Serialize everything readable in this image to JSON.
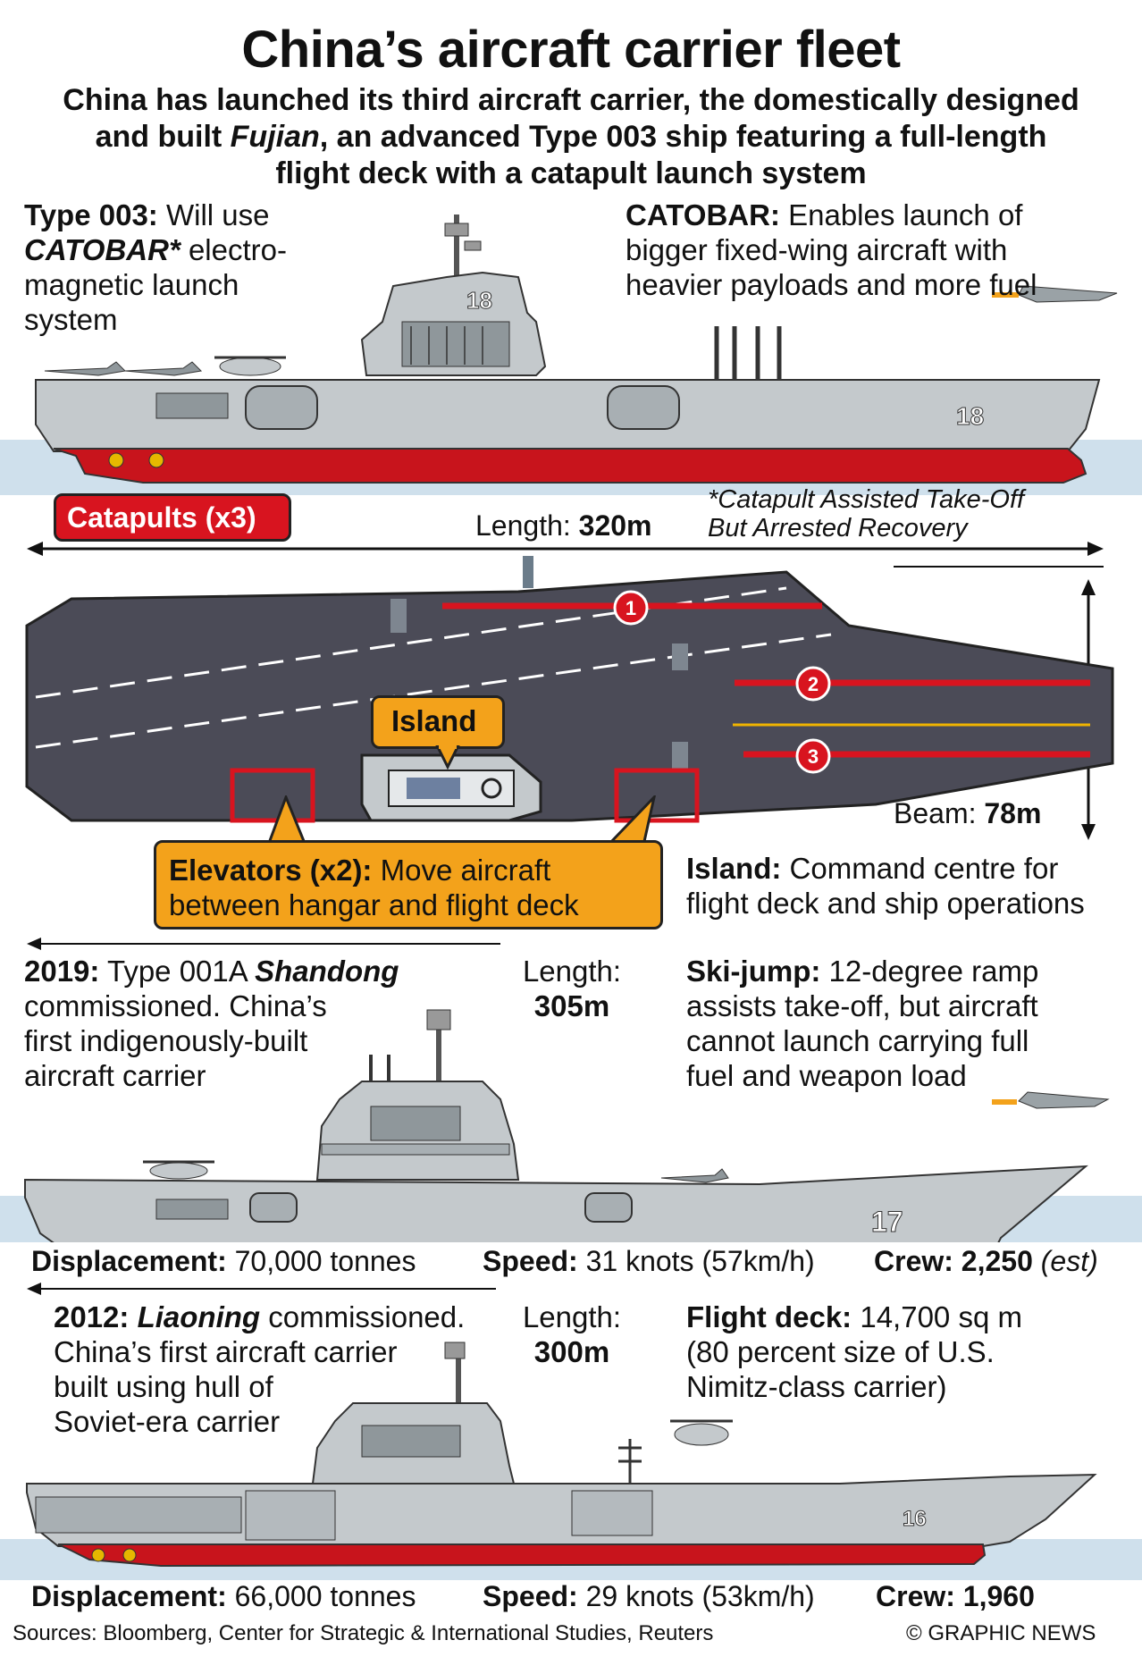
{
  "header": {
    "title": "China’s aircraft carrier fleet",
    "subtitle_a": "China has launched its third aircraft carrier, the domestically designed",
    "subtitle_b": "and built ",
    "subtitle_ship": "Fujian",
    "subtitle_c": ", an advanced Type 003 ship featuring a full-length",
    "subtitle_d": "flight deck with a catapult launch system"
  },
  "fujian": {
    "type_label": "Type 003:",
    "type_text_a": " Will use",
    "type_catobar": "CATOBAR*",
    "type_text_b": " electro-",
    "type_text_c": "magnetic launch",
    "type_text_d": "system",
    "catobar_label": "CATOBAR:",
    "catobar_text_a": " Enables launch of",
    "catobar_text_b": "bigger fixed-wing aircraft with",
    "catobar_text_c": "heavier payloads and more fuel",
    "hull_number": "18",
    "catapults_label": "Catapults (x3)",
    "footnote_a": "*Catapult Assisted Take-Off",
    "footnote_b": "But Arrested Recovery",
    "length_label": "Length: ",
    "length_value": "320m",
    "beam_label": "Beam: ",
    "beam_value": "78m",
    "catapult_numbers": [
      "1",
      "2",
      "3"
    ],
    "island_callout": "Island",
    "elevators_label": "Elevators (x2):",
    "elevators_text_a": " Move aircraft",
    "elevators_text_b": "between hangar and flight deck",
    "island_label": "Island:",
    "island_text_a": " Command centre for",
    "island_text_b": "flight deck and ship operations"
  },
  "shandong": {
    "year": "2019:",
    "text_a": " Type 001A ",
    "name": "Shandong",
    "text_b": "commissioned. China’s",
    "text_c": "first indigenously-built",
    "text_d": "aircraft carrier",
    "length_label": "Length:",
    "length_value": "305m",
    "ski_label": "Ski-jump:",
    "ski_text_a": " 12-degree ramp",
    "ski_text_b": "assists take-off, but aircraft",
    "ski_text_c": "cannot launch carrying full",
    "ski_text_d": "fuel and weapon load",
    "hull_number": "17",
    "displacement_label": "Displacement:",
    "displacement_value": " 70,000 tonnes",
    "speed_label": "Speed:",
    "speed_value": " 31 knots (57km/h)",
    "crew_label": "Crew:",
    "crew_value": " 2,250",
    "crew_note": " (est)"
  },
  "liaoning": {
    "year": "2012:",
    "name": "Liaoning",
    "text_a": " commissioned.",
    "text_b": "China’s first aircraft carrier",
    "text_c": "built using hull of",
    "text_d": "Soviet-era carrier",
    "length_label": "Length:",
    "length_value": "300m",
    "deck_label": "Flight deck:",
    "deck_text_a": " 14,700 sq m",
    "deck_text_b": "(80 percent size of U.S.",
    "deck_text_c": "Nimitz-class carrier)",
    "hull_number": "16",
    "displacement_label": "Displacement:",
    "displacement_value": " 66,000 tonnes",
    "speed_label": "Speed:",
    "speed_value": " 29 knots (53km/h)",
    "crew_label": "Crew:",
    "crew_value": " 1,960"
  },
  "footer": {
    "sources": "Sources: Bloomberg, Center for Strategic & International Studies, Reuters",
    "credit": "© GRAPHIC NEWS"
  },
  "colors": {
    "hull_red": "#c8141c",
    "hull_grey": "#c4c9cc",
    "deck_dark": "#4b4b57",
    "callout_orange": "#f3a21b",
    "sea": "#cfe0ec",
    "catapult_red": "#d8141f",
    "centreline_yellow": "#f0b400"
  }
}
